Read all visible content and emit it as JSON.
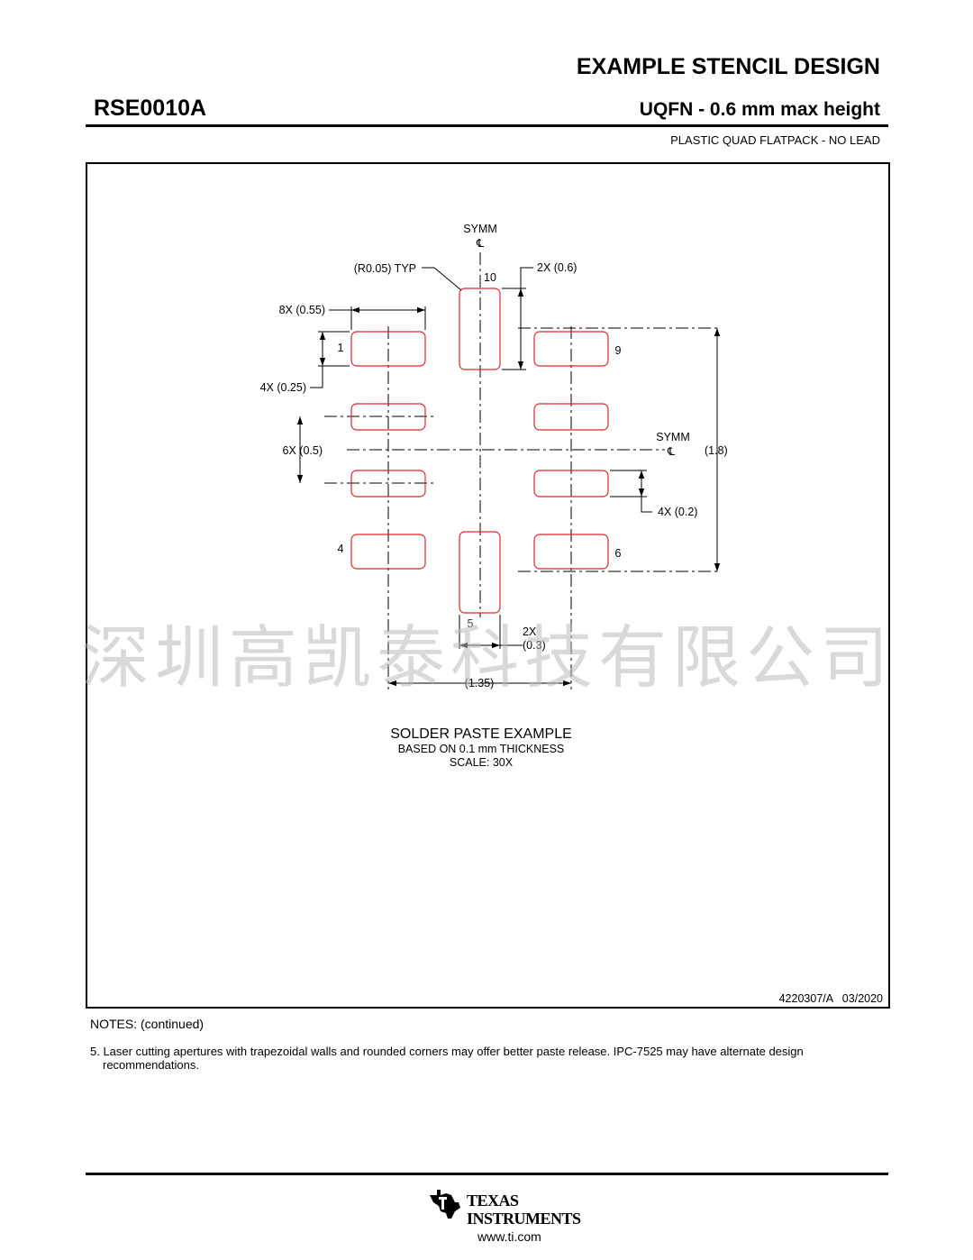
{
  "header": {
    "doc_title": "EXAMPLE STENCIL DESIGN",
    "part_number": "RSE0010A",
    "package_title": "UQFN - 0.6 mm max height",
    "package_desc": "PLASTIC QUAD FLATPACK - NO LEAD"
  },
  "drawing": {
    "symm_vertical_label": "SYMM",
    "symm_vertical_symbol": "℄",
    "symm_horizontal_label": "SYMM",
    "symm_horizontal_symbol": "℄",
    "corner_radius_label": "(R0.05) TYP",
    "pad_length_label": "8X (0.55)",
    "pad_width_label": "4X (0.25)",
    "pitch_label": "6X (0.5)",
    "inner_pad_width_label": "4X (0.2)",
    "tall_pad_length_label": "2X (0.6)",
    "tall_pad_width_label_line1": "2X",
    "tall_pad_width_label_line2": "(0.3)",
    "span_horizontal_label": "(1.35)",
    "span_vertical_label": "(1.8)",
    "pin_labels": {
      "pin1": "1",
      "pin4": "4",
      "pin5": "5",
      "pin6": "6",
      "pin9": "9",
      "pin10": "10"
    },
    "caption_line1": "SOLDER PASTE EXAMPLE",
    "caption_line2": "BASED ON 0.1 mm THICKNESS",
    "caption_line3": "SCALE: 30X",
    "drawing_number": "4220307/A   03/2020",
    "pad_color": "#e0262b"
  },
  "watermark": "深圳高凯泰科技有限公司",
  "notes": {
    "heading": "NOTES: (continued)",
    "note_5": "5. Laser cutting apertures with trapezoidal walls and rounded corners may offer better paste release. IPC-7525 may have alternate design recommendations."
  },
  "footer": {
    "company_line1": "TEXAS",
    "company_line2": "INSTRUMENTS",
    "url": "www.ti.com"
  }
}
